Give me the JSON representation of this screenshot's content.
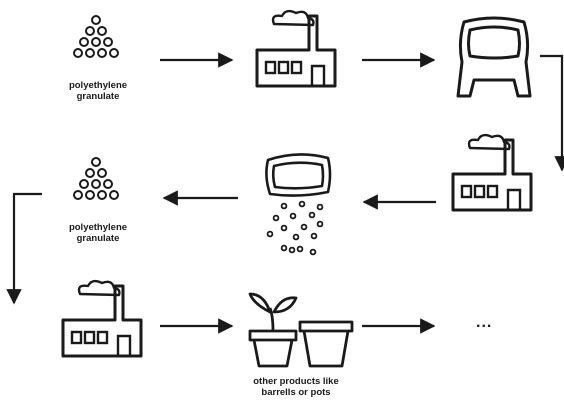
{
  "labels": {
    "granulate_1": [
      "polyethylene",
      "granulate"
    ],
    "granulate_2": [
      "polyethylene",
      "granulate"
    ],
    "products": [
      "other products like",
      "barrells or pots"
    ]
  },
  "continuation": "...",
  "icons": [
    "granulate-icon",
    "factory-icon",
    "chair-icon",
    "broken-chair-icon",
    "pots-icon"
  ],
  "colors": {
    "stroke": "#1a1a1a",
    "background": "#ffffff"
  }
}
